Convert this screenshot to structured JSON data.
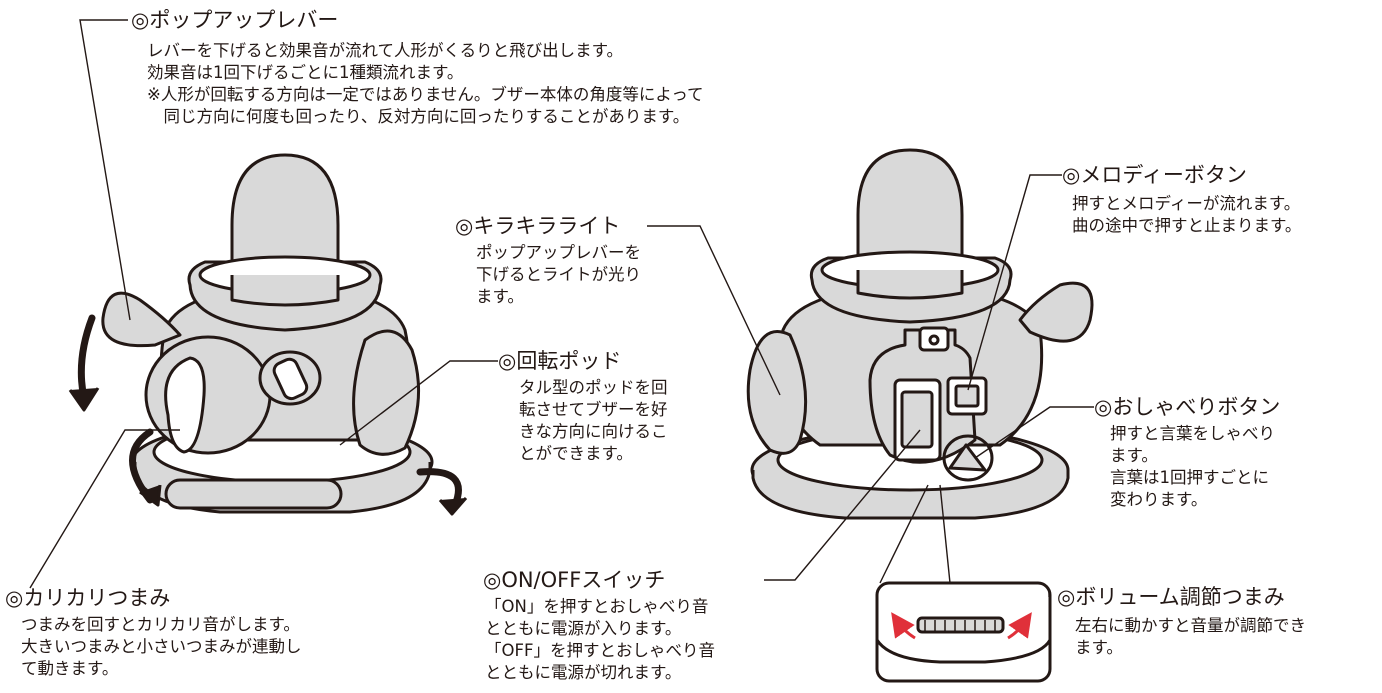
{
  "labels": {
    "popup_lever": {
      "title": "◎ポップアップレバー",
      "lines": [
        "レバーを下げると効果音が流れて人形がくるりと飛び出します。",
        "効果音は1回下げるごとに1種類流れます。",
        "※人形が回転する方向は一定ではありません。ブザー本体の角度等によって",
        "　同じ方向に何度も回ったり、反対方向に回ったりすることがあります。"
      ]
    },
    "sparkle_light": {
      "title": "◎キラキラライト",
      "lines": [
        "ポップアップレバーを",
        "下げるとライトが光り",
        "ます。"
      ]
    },
    "rotating_pod": {
      "title": "◎回転ポッド",
      "lines": [
        "タル型のポッドを回",
        "転させてブザーを好",
        "きな方向に向けるこ",
        "とができます。"
      ]
    },
    "click_knob": {
      "title": "◎カリカリつまみ",
      "lines": [
        "つまみを回すとカリカリ音がします。",
        "大きいつまみと小さいつまみが連動し",
        "て動きます。"
      ]
    },
    "power_switch": {
      "title": "◎ON/OFFスイッチ",
      "lines": [
        "「ON」を押すとおしゃべり音",
        "とともに電源が入ります。",
        "「OFF」を押すとおしゃべり音",
        "とともに電源が切れます。"
      ]
    },
    "melody_button": {
      "title": "◎メロディーボタン",
      "lines": [
        "押すとメロディーが流れます。",
        "曲の途中で押すと止まります。"
      ]
    },
    "talk_button": {
      "title": "◎おしゃべりボタン",
      "lines": [
        "押すと言葉をしゃべり",
        "ます。",
        "言葉は1回押すごとに",
        "変わります。"
      ]
    },
    "volume_knob": {
      "title": "◎ボリューム調節つまみ",
      "lines": [
        "左右に動かすと音量が調節でき",
        "ます。"
      ]
    }
  },
  "colors": {
    "line": "#231815",
    "body_gray": "#d9d9d9",
    "dark_gray": "#8c8c8c",
    "arrow_red": "#e0303a",
    "background": "#ffffff"
  }
}
